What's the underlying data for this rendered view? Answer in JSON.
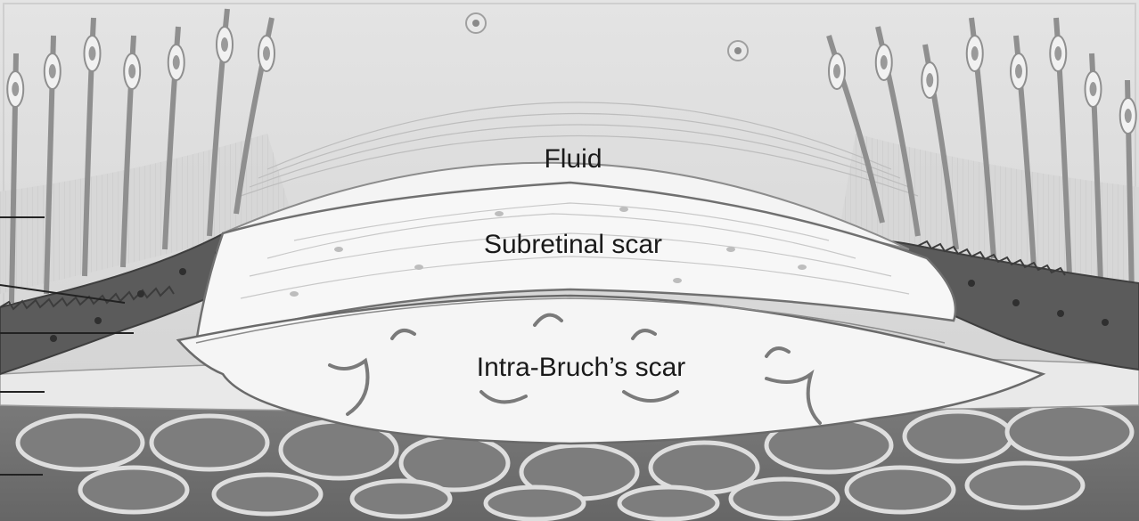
{
  "labels": {
    "fluid": "Fluid",
    "subretinal_scar": "Subretinal scar",
    "intra_bruchs_scar": "Intra-Bruch’s scar"
  },
  "colors": {
    "background": "#dcdcdc",
    "fluid": "#f2f2f2",
    "scar": "#f7f7f7",
    "rpe": "#5e5e5e",
    "choroid": "#6f6f6f",
    "vessel_ring": "#d9d9d9",
    "cells": "#ececec"
  }
}
